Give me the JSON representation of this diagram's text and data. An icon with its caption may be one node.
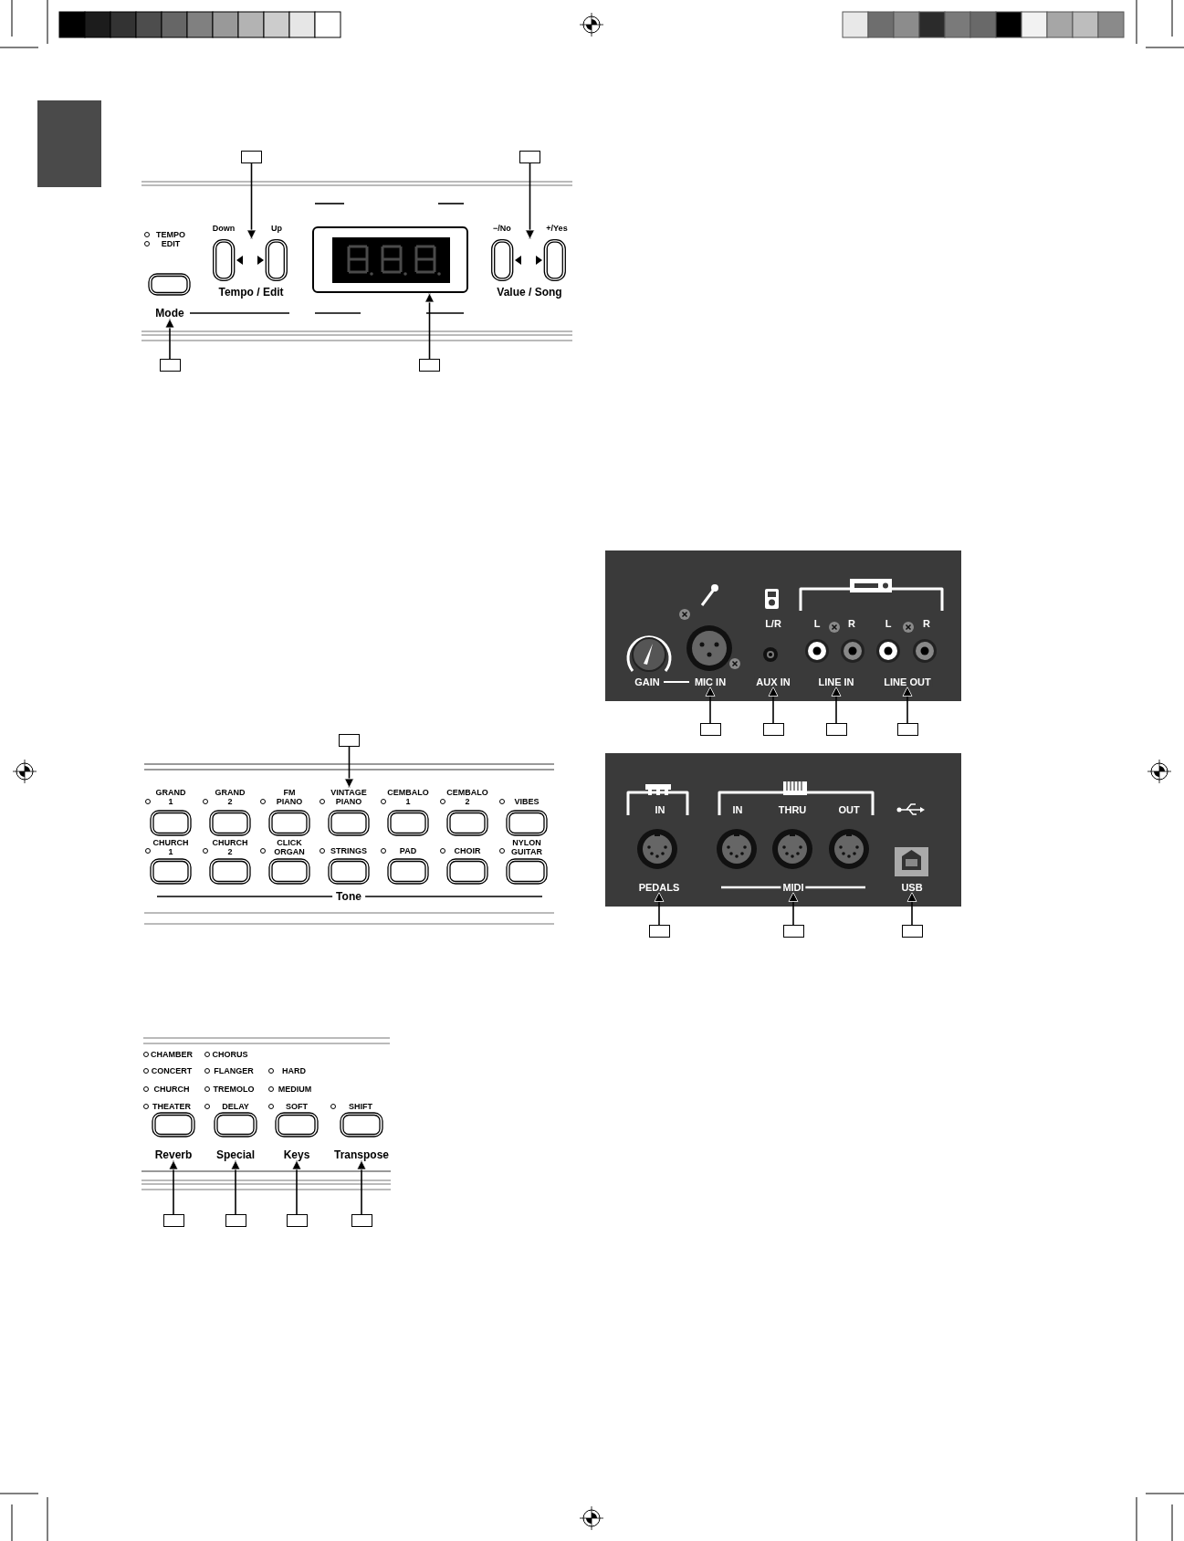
{
  "diagram": {
    "nodes": [
      {
        "text": [],
        "shape": "box"
      },
      {
        "text": [],
        "shape": "box"
      },
      {
        "text": [
          "Mode"
        ]
      },
      {
        "text": [],
        "shape": "box"
      },
      {
        "text": [],
        "shape": "box"
      },
      {
        "text": [],
        "shape": "box"
      },
      {
        "text": [],
        "shape": "box"
      },
      {
        "text": [
          "VINTAGE PIANO"
        ]
      },
      {
        "text": [
          "Reverb"
        ]
      },
      {
        "text": [
          "Special"
        ]
      },
      {
        "text": [
          "Keys"
        ]
      },
      {
        "text": [
          "Transpose"
        ]
      },
      {
        "text": [],
        "shape": "box"
      },
      {
        "text": [],
        "shape": "box"
      },
      {
        "text": [],
        "shape": "box"
      },
      {
        "text": [],
        "shape": "box"
      },
      {
        "text": [
          "L/R",
          "L",
          "R",
          "L",
          "R",
          "GAIN"
        ]
      },
      {
        "text": [
          "MIC IN"
        ],
        "in": 16
      },
      {
        "text": [
          "AUX IN"
        ],
        "in": 16
      },
      {
        "text": [
          "LINE IN"
        ],
        "in": 16
      },
      {
        "text": [
          "LINE OUT"
        ],
        "in": 16
      },
      {
        "text": [],
        "shape": "box"
      },
      {
        "text": [],
        "shape": "box"
      },
      {
        "text": [],
        "shape": "box"
      },
      {
        "text": [],
        "shape": "box"
      },
      {
        "text": [
          "IN",
          "IN",
          "THRU",
          "OUT"
        ]
      },
      {
        "text": [
          "PEDALS"
        ],
        "in": 25
      },
      {
        "text": [
          "MIDI"
        ],
        "in": 25
      },
      {
        "text": [
          "USB"
        ],
        "in": 25
      },
      {
        "text": [],
        "shape": "box"
      },
      {
        "text": [],
        "shape": "box"
      },
      {
        "text": [],
        "shape": "box"
      },
      {
        "text": [],
        "shape": "button"
      },
      {
        "text": [],
        "shape": "button"
      }
    ],
    "edges": [
      {
        "from": 0,
        "to": 32,
        "arrow": "to"
      },
      {
        "from": 1,
        "to": 33,
        "arrow": "to"
      },
      {
        "from": 4,
        "to": 2,
        "arrow": "to"
      },
      {
        "from": 5,
        "to": 3,
        "arrow": "to"
      },
      {
        "from": 6,
        "to": 7,
        "arrow": "to"
      },
      {
        "from": 12,
        "to": 8,
        "arrow": "to"
      },
      {
        "from": 13,
        "to": 9,
        "arrow": "to"
      },
      {
        "from": 14,
        "to": 10,
        "arrow": "to"
      },
      {
        "from": 15,
        "to": 11,
        "arrow": "to"
      },
      {
        "from": 21,
        "to": 17,
        "arrow": "to"
      },
      {
        "from": 22,
        "to": 18,
        "arrow": "to"
      },
      {
        "from": 23,
        "to": 19,
        "arrow": "to"
      },
      {
        "from": 24,
        "to": 20,
        "arrow": "to"
      },
      {
        "from": 29,
        "to": 26,
        "arrow": "to"
      },
      {
        "from": 30,
        "to": 27,
        "arrow": "to"
      },
      {
        "from": 31,
        "to": 28,
        "arrow": "to"
      }
    ],
    "labels": [
      "TEMPO",
      "EDIT",
      "Down",
      "Up",
      "−/No",
      "+/Yes",
      "Tempo / Edit",
      "Value / Song",
      "GRAND 1",
      "GRAND 2",
      "FM PIANO",
      "CEMBALO 1",
      "CEMBALO 2",
      "VIBES",
      "CHURCH 1",
      "CHURCH 2",
      "CLICK ORGAN",
      "STRINGS",
      "PAD",
      "CHOIR",
      "NYLON GUITAR",
      "Tone",
      "CHAMBER",
      "CHORUS",
      "CONCERT",
      "FLANGER",
      "HARD",
      "CHURCH",
      "TREMOLO",
      "MEDIUM",
      "THEATER",
      "DELAY",
      "SOFT",
      "SHIFT"
    ]
  }
}
